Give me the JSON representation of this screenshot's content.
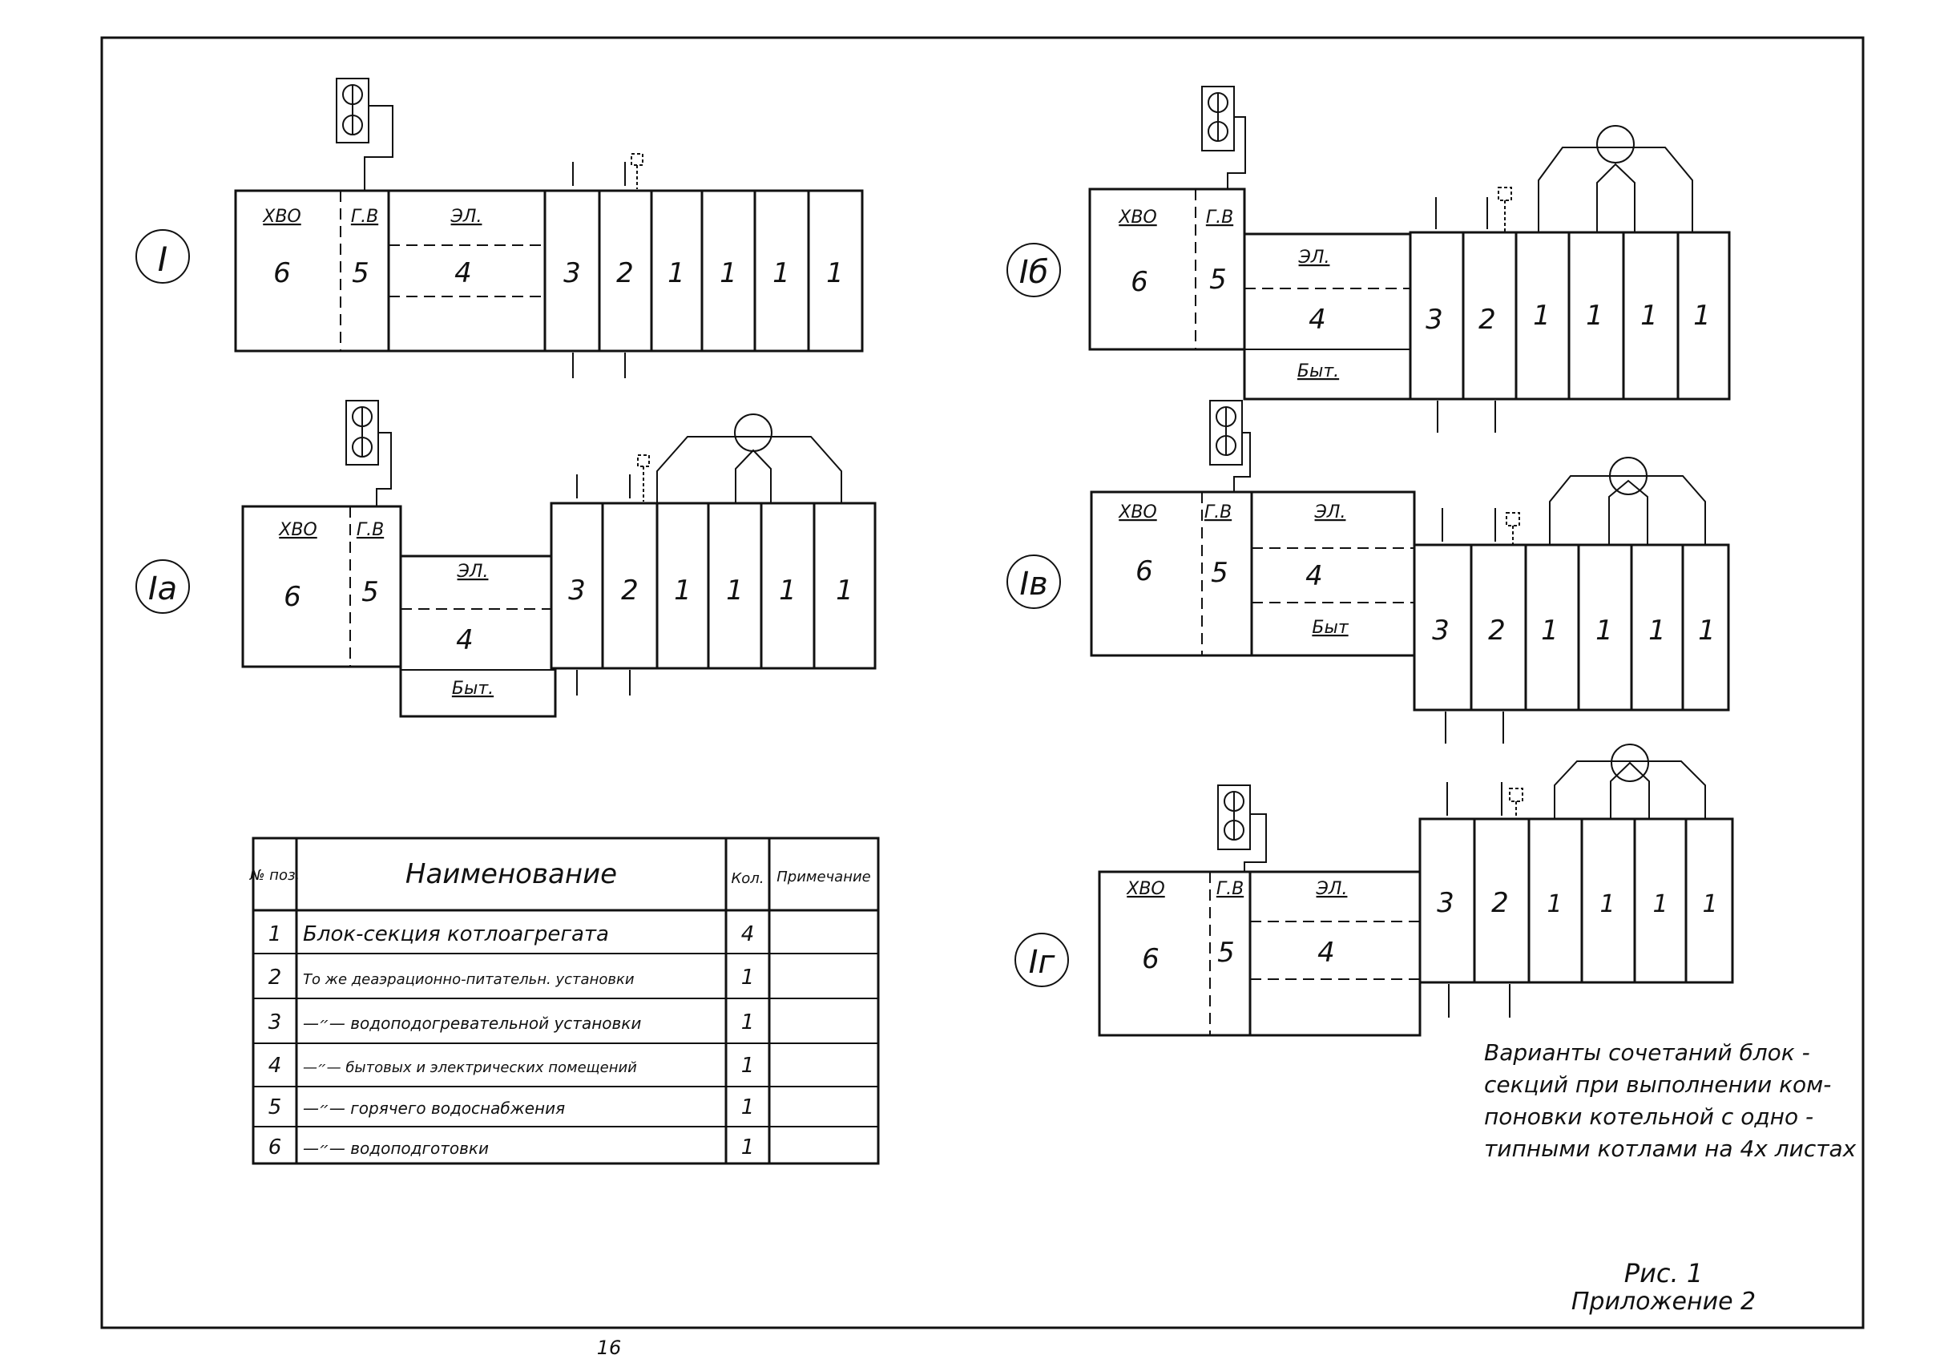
{
  "page_number": "16",
  "figure": {
    "caption": "Рис. 1",
    "appendix": "Приложение 2",
    "description": [
      "Варианты сочетаний блок -",
      "секций при выполнении ком-",
      "поновки котельной с одно -",
      "типными котлами на 4х листах"
    ]
  },
  "labels": {
    "hvo": "ХВО",
    "gv": "Г.В",
    "el": "ЭЛ.",
    "byt": "Быт.",
    "byt_b": "Быт"
  },
  "variants": {
    "I": {
      "label": "I",
      "units": [
        "6",
        "5",
        "4",
        "3",
        "2",
        "1",
        "1",
        "1",
        "1"
      ]
    },
    "Ia": {
      "label": "Iа",
      "units": [
        "6",
        "5",
        "4",
        "3",
        "2",
        "1",
        "1",
        "1",
        "1"
      ]
    },
    "Ib": {
      "label": "Iб",
      "units": [
        "6",
        "5",
        "4",
        "3",
        "2",
        "1",
        "1",
        "1",
        "1"
      ]
    },
    "Iv": {
      "label": "Iв",
      "units": [
        "6",
        "5",
        "4",
        "3",
        "2",
        "1",
        "1",
        "1",
        "1"
      ]
    },
    "Ig": {
      "label": "Iг",
      "units": [
        "6",
        "5",
        "4",
        "3",
        "2",
        "1",
        "1",
        "1",
        "1"
      ]
    }
  },
  "table": {
    "headers": {
      "pos": "№ поз.",
      "name": "Наименование",
      "qty": "Кол.",
      "note": "Примечание"
    },
    "rows": [
      {
        "pos": "1",
        "name": "Блок-секция котлоагрегата",
        "qty": "4",
        "note": ""
      },
      {
        "pos": "2",
        "name": "То же деаэрационно-питательн. установки",
        "qty": "1",
        "note": ""
      },
      {
        "pos": "3",
        "name": "—״— водоподогревательной установки",
        "qty": "1",
        "note": ""
      },
      {
        "pos": "4",
        "name": "—״— бытовых и электрических помещений",
        "qty": "1",
        "note": ""
      },
      {
        "pos": "5",
        "name": "—״— горячего водоснабжения",
        "qty": "1",
        "note": ""
      },
      {
        "pos": "6",
        "name": "—״— водоподготовки",
        "qty": "1",
        "note": ""
      }
    ]
  }
}
